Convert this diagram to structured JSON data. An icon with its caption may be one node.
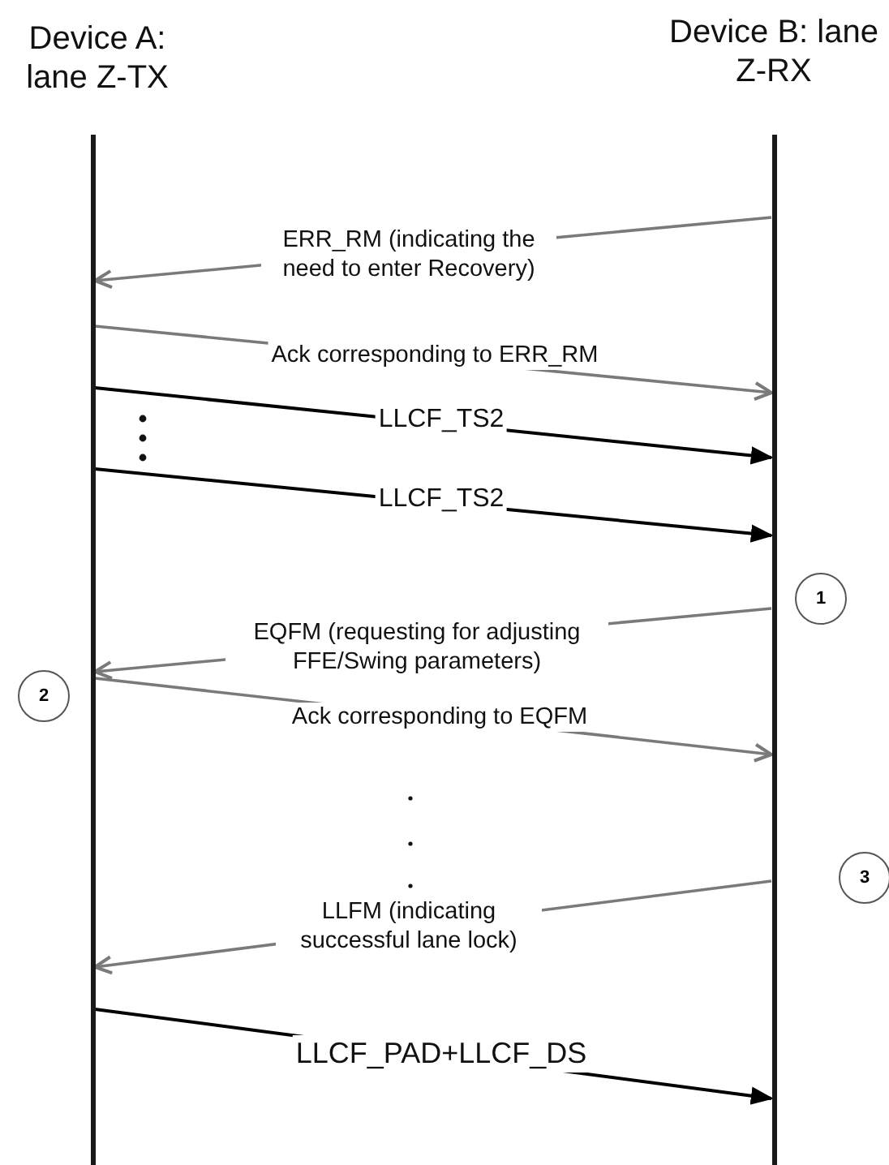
{
  "diagram": {
    "nodes": [
      {
        "text": [
          "Device A: lane Z-TX"
        ]
      },
      {
        "text": [
          "Device B: lane Z-RX"
        ]
      },
      {
        "text": [
          "1"
        ]
      },
      {
        "text": [
          "2"
        ]
      },
      {
        "text": [
          "3"
        ]
      }
    ],
    "edges": [
      {
        "from": 1,
        "to": 0,
        "arrow": "to",
        "label": "ERR_RM (indicating the need to enter Recovery)"
      },
      {
        "from": 0,
        "to": 1,
        "arrow": "to",
        "label": "Ack corresponding to ERR_RM"
      },
      {
        "from": 0,
        "to": 1,
        "arrow": "to",
        "label": "LLCF_TS2",
        "color": "#000000"
      },
      {
        "from": 0,
        "to": 1,
        "arrow": "to",
        "label": "LLCF_TS2",
        "color": "#000000"
      },
      {
        "from": 1,
        "to": 0,
        "arrow": "to",
        "label": "EQFM (requesting for adjusting FFE/Swing parameters)"
      },
      {
        "from": 0,
        "to": 1,
        "arrow": "to",
        "label": "Ack corresponding to EQFM"
      },
      {
        "from": 1,
        "to": 0,
        "arrow": "to",
        "label": "LLFM (indicating successful lane lock)"
      },
      {
        "from": 0,
        "to": 1,
        "arrow": "to",
        "label": "LLCF_PAD+LLCF_DS",
        "color": "#000000"
      }
    ]
  }
}
